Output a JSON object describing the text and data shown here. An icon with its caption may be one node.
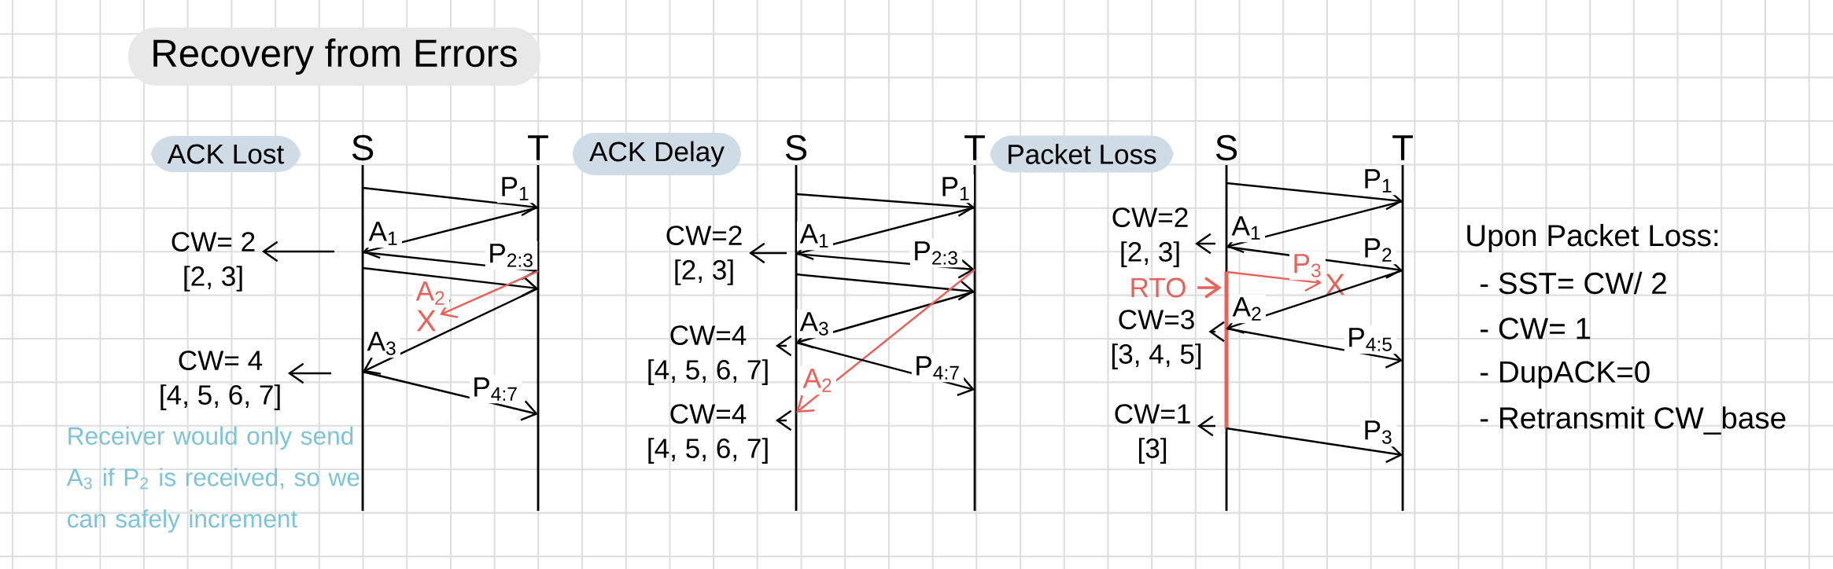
{
  "diagram": {
    "title": "Recovery from Errors",
    "nodes": [
      {
        "text": [
          "ACK Lost"
        ]
      },
      {
        "text": [
          "S"
        ]
      },
      {
        "text": [
          "T"
        ]
      },
      {
        "text": [
          "CW= 2",
          "[2, 3]"
        ]
      },
      {
        "text": [
          "CW= 4",
          "[4, 5, 6, 7]"
        ]
      },
      {
        "text": [
          "ACK Delay"
        ]
      },
      {
        "text": [
          "S"
        ]
      },
      {
        "text": [
          "T"
        ]
      },
      {
        "text": [
          "CW=2",
          "[2, 3]"
        ]
      },
      {
        "text": [
          "CW=4",
          "[4, 5, 6, 7]"
        ]
      },
      {
        "text": [
          "CW=4",
          "[4, 5, 6, 7]"
        ]
      },
      {
        "text": [
          "Packet Loss"
        ]
      },
      {
        "text": [
          "S"
        ]
      },
      {
        "text": [
          "T"
        ]
      },
      {
        "text": [
          "CW=2",
          "[2, 3]"
        ]
      },
      {
        "text": [
          "CW=3",
          "[3, 4, 5]"
        ]
      },
      {
        "text": [
          "CW=1",
          "[3]"
        ]
      },
      {
        "text": [
          "RTO"
        ]
      },
      {
        "text": [],
        "shape": "bar",
        "in": 12
      },
      {
        "text": [
          "X"
        ]
      },
      {
        "text": [
          "X"
        ]
      }
    ],
    "edges": [
      {
        "from": 1,
        "to": 2,
        "arrow": "to",
        "label": "P$_{1}$"
      },
      {
        "from": 2,
        "to": 1,
        "arrow": "to",
        "label": "A$_{1}$"
      },
      {
        "from": 1,
        "to": 2,
        "arrow": "to",
        "label": "P$_{2:3}$"
      },
      {
        "from": 1,
        "to": 2,
        "arrow": "to"
      },
      {
        "from": 2,
        "to": 19,
        "arrow": "to",
        "label": "A$_{2}$",
        "color": "#e8625a"
      },
      {
        "from": 2,
        "to": 1,
        "arrow": "to",
        "label": "A$_{3}$"
      },
      {
        "from": 1,
        "to": 2,
        "arrow": "to",
        "label": "P$_{4:7}$"
      },
      {
        "from": 1,
        "to": 3,
        "arrow": "to"
      },
      {
        "from": 1,
        "to": 4,
        "arrow": "to"
      },
      {
        "from": 6,
        "to": 7,
        "arrow": "to",
        "label": "P$_{1}$"
      },
      {
        "from": 7,
        "to": 6,
        "arrow": "to",
        "label": "A$_{1}$"
      },
      {
        "from": 6,
        "to": 7,
        "arrow": "to",
        "label": "P$_{2:3}$"
      },
      {
        "from": 6,
        "to": 7,
        "arrow": "to"
      },
      {
        "from": 7,
        "to": 6,
        "arrow": "to",
        "label": "A$_{3}$"
      },
      {
        "from": 7,
        "to": 6,
        "arrow": "to",
        "label": "A$_{2}$",
        "color": "#e8625a"
      },
      {
        "from": 6,
        "to": 7,
        "arrow": "to",
        "label": "P$_{4:7}$"
      },
      {
        "from": 6,
        "to": 8,
        "arrow": "to"
      },
      {
        "from": 6,
        "to": 9,
        "arrow": "to"
      },
      {
        "from": 6,
        "to": 10,
        "arrow": "to"
      },
      {
        "from": 12,
        "to": 13,
        "arrow": "to",
        "label": "P$_{1}$"
      },
      {
        "from": 13,
        "to": 12,
        "arrow": "to",
        "label": "A$_{1}$"
      },
      {
        "from": 12,
        "to": 13,
        "arrow": "to",
        "label": "P$_{2}$"
      },
      {
        "from": 12,
        "to": 20,
        "arrow": "to",
        "label": "P$_{3}$",
        "color": "#e8625a"
      },
      {
        "from": 13,
        "to": 12,
        "arrow": "to",
        "label": "A$_{2}$"
      },
      {
        "from": 12,
        "to": 13,
        "arrow": "to",
        "label": "P$_{4:5}$"
      },
      {
        "from": 12,
        "to": 13,
        "arrow": "to",
        "label": "P$_{3}$"
      },
      {
        "from": 12,
        "to": 14,
        "arrow": "to"
      },
      {
        "from": 12,
        "to": 15,
        "arrow": "to"
      },
      {
        "from": 12,
        "to": 16,
        "arrow": "to"
      },
      {
        "from": 17,
        "to": 18,
        "arrow": "to",
        "color": "#e8625a"
      }
    ],
    "labels": [
      "Receiver would only send A$_{3}$ if P$_{2}$ is received, so we can safely increment",
      "Upon Packet Loss:",
      "- SST= CW/ 2",
      "- CW= 1",
      "- DupACK=0",
      "- Retransmit CW_base"
    ]
  }
}
